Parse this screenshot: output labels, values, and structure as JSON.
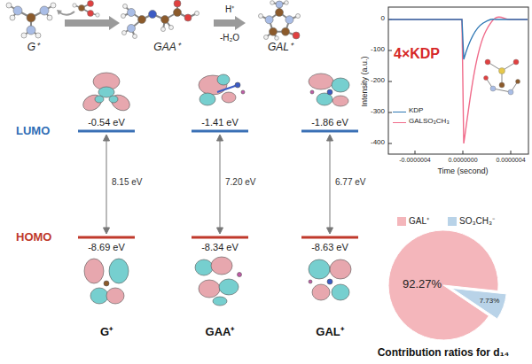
{
  "diagram": {
    "nodes": [
      {
        "text": [
          "G⁺"
        ]
      },
      {
        "text": [
          "GAA⁺"
        ]
      },
      {
        "text": [
          "GAL⁺"
        ]
      }
    ],
    "edges": [
      {
        "from": 0,
        "to": 1,
        "arrow": "to"
      },
      {
        "from": 1,
        "to": 2,
        "arrow": "to",
        "label": "H⁺"
      }
    ],
    "labels": [
      "-H₂O",
      "LUMO",
      "HOMO",
      "-0.54 eV",
      "8.15 eV",
      "-8.69 eV",
      "-1.41 eV",
      "7.20 eV",
      "-8.34 eV",
      "-1.86 eV",
      "6.77 eV",
      "-8.63 eV",
      "G⁺",
      "GAA⁺",
      "GAL⁺",
      "4×KDP",
      "Intensity (a.u.)",
      "Time (second)",
      "0",
      "-100",
      "-200",
      "-300",
      "-400",
      "-0.0000004",
      "0.0000000",
      "0.0000004",
      "92.27%",
      "7.73%",
      "Contribution ratios for d₁₄"
    ],
    "legend": [
      {
        "text": "KDP"
      },
      {
        "text": "GALSO₃CH₃"
      },
      {
        "text": "GAL⁺",
        "color": "#f4b6bb"
      },
      {
        "text": "SO₃CH₃⁻",
        "color": "#b9d3e8"
      }
    ]
  }
}
